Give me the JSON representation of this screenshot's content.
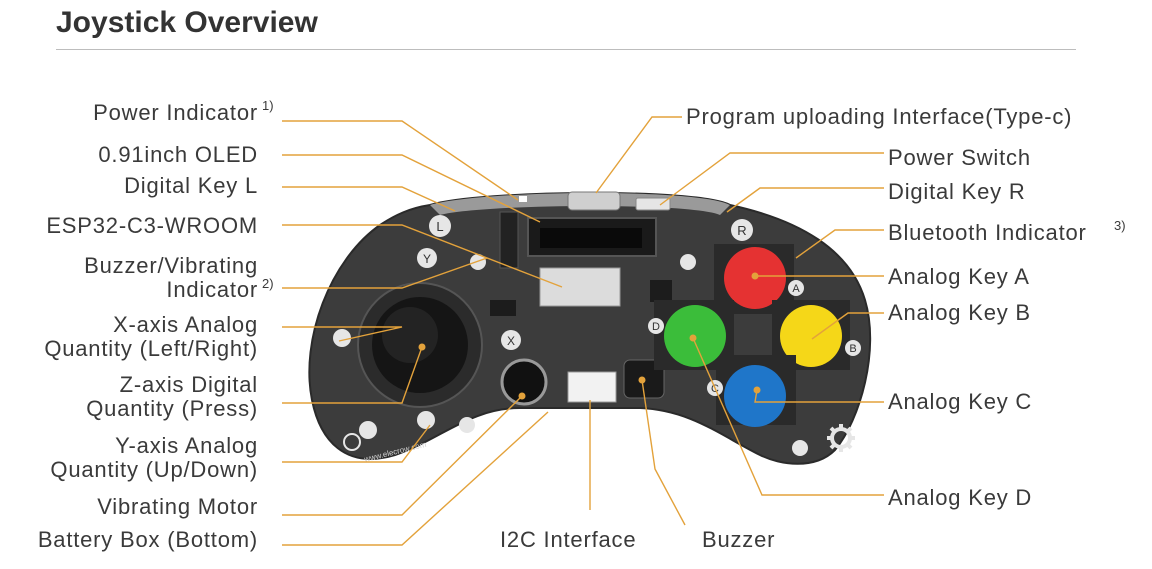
{
  "title": "Joystick Overview",
  "colors": {
    "leader": "#e3a23b",
    "board": "#3c3c3c",
    "key_a": "#e53232",
    "key_b": "#f5d718",
    "key_c": "#1f76c9",
    "key_d": "#3bbd3a"
  },
  "labels_left": [
    {
      "id": "power-indicator",
      "lines": [
        "Power Indicator"
      ],
      "sup": "1)"
    },
    {
      "id": "oled",
      "lines": [
        "0.91inch OLED"
      ]
    },
    {
      "id": "digital-key-l",
      "lines": [
        "Digital Key L"
      ]
    },
    {
      "id": "esp32",
      "lines": [
        "ESP32-C3-WROOM"
      ]
    },
    {
      "id": "buzzer-vibrating-indicator",
      "lines": [
        "Buzzer/Vibrating",
        "Indicator"
      ],
      "sup": "2)"
    },
    {
      "id": "x-axis",
      "lines": [
        "X-axis Analog",
        "Quantity (Left/Right)"
      ]
    },
    {
      "id": "z-axis",
      "lines": [
        "Z-axis Digital",
        "Quantity (Press)"
      ]
    },
    {
      "id": "y-axis",
      "lines": [
        "Y-axis Analog",
        "Quantity (Up/Down)"
      ]
    },
    {
      "id": "vibrating-motor",
      "lines": [
        "Vibrating Motor"
      ]
    },
    {
      "id": "battery-box",
      "lines": [
        "Battery Box (Bottom)"
      ]
    }
  ],
  "labels_right": [
    {
      "id": "program-uploading",
      "lines": [
        "Program uploading Interface(Type-c)"
      ]
    },
    {
      "id": "power-switch",
      "lines": [
        "Power Switch"
      ]
    },
    {
      "id": "digital-key-r",
      "lines": [
        "Digital Key R"
      ]
    },
    {
      "id": "bluetooth-indicator",
      "lines": [
        "Bluetooth Indicator"
      ],
      "sup": "3)"
    },
    {
      "id": "analog-key-a",
      "lines": [
        "Analog Key A"
      ]
    },
    {
      "id": "analog-key-b",
      "lines": [
        "Analog Key B"
      ]
    },
    {
      "id": "analog-key-c",
      "lines": [
        "Analog Key C"
      ]
    },
    {
      "id": "analog-key-d",
      "lines": [
        "Analog Key D"
      ]
    }
  ],
  "labels_bottom": [
    {
      "id": "i2c-interface",
      "lines": [
        "I2C Interface"
      ]
    },
    {
      "id": "buzzer",
      "lines": [
        "Buzzer"
      ]
    }
  ],
  "board_marks": {
    "key_a": "A",
    "key_b": "B",
    "key_c": "C",
    "key_d": "D",
    "key_l": "L",
    "key_r": "R",
    "axis_x": "X",
    "axis_y": "Y",
    "website": "www.elecrow.com"
  }
}
